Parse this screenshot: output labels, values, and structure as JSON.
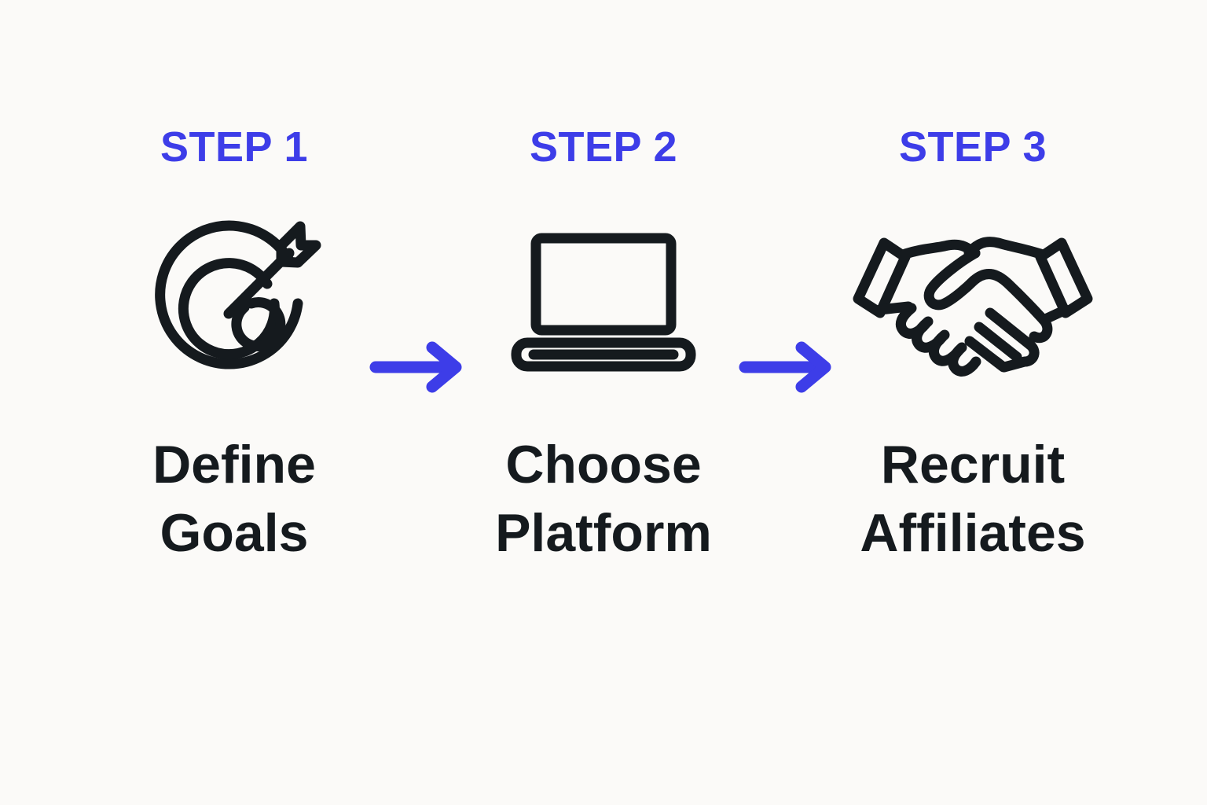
{
  "background_color": "#FBFAF8",
  "accent_color": "#3D3DE8",
  "text_color": "#151A1E",
  "steps": [
    {
      "eyebrow": "STEP 1",
      "icon": "target-arrow-icon",
      "title": "Define\nGoals"
    },
    {
      "eyebrow": "STEP 2",
      "icon": "laptop-icon",
      "title": "Choose\nPlatform"
    },
    {
      "eyebrow": "STEP 3",
      "icon": "handshake-icon",
      "title": "Recruit\nAffiliates"
    }
  ],
  "connectors": [
    {
      "icon": "arrow-right-icon"
    },
    {
      "icon": "arrow-right-icon"
    }
  ]
}
